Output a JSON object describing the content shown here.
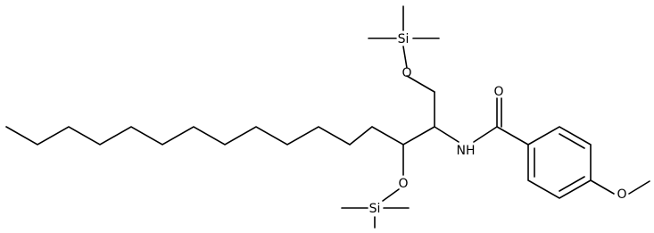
{
  "structure": {
    "atoms": {
      "si_top": "Si",
      "o_top": "O",
      "si_bottom": "Si",
      "o_bottom": "O",
      "nh": "NH",
      "o_carbonyl": "O",
      "o_methoxy": "O"
    }
  }
}
